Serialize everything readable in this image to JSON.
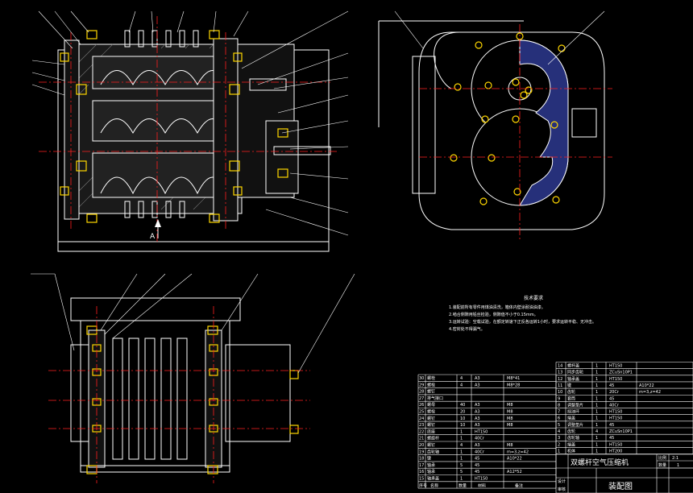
{
  "notes": {
    "heading": "技术要求",
    "lines": [
      "1.装配前所有零件用煤油清洗，箱体内壁涂耐油油漆。",
      "2.啮合侧隙用铅丝检验，侧隙值不小于0.15mm。",
      "3.运转试验：空载试验，在额定转速下正反各运转1小时，要求运转平稳、无冲击。",
      "4.密封处不得漏气。"
    ]
  },
  "views": {
    "section_label": "A"
  },
  "title_block": {
    "product_name": "双螺杆空气压缩机",
    "drawing_type": "装配图",
    "scale_label": "比例",
    "scale_value": "2:1",
    "qty_label": "数量",
    "qty_value": "1",
    "row_designed": "设计",
    "row_checked": "审核"
  },
  "bom_upper": [
    {
      "no": "14",
      "name": "螺杆盖",
      "qty": "1",
      "mat": "HT150",
      "note": ""
    },
    {
      "no": "13",
      "name": "同步齿轮",
      "qty": "1",
      "mat": "ZCuSn10P1",
      "note": ""
    },
    {
      "no": "12",
      "name": "轴承盖",
      "qty": "1",
      "mat": "HT150",
      "note": ""
    },
    {
      "no": "11",
      "name": "键",
      "qty": "1",
      "mat": "45",
      "note": "A10*22"
    },
    {
      "no": "10",
      "name": "齿轮",
      "qty": "1",
      "mat": "20Cr",
      "note": "m=3,z=42"
    },
    {
      "no": "9",
      "name": "套筒",
      "qty": "1",
      "mat": "45",
      "note": ""
    },
    {
      "no": "8",
      "name": "调整垫片",
      "qty": "1",
      "mat": "40Cr",
      "note": ""
    },
    {
      "no": "7",
      "name": "挡油环",
      "qty": "1",
      "mat": "HT150",
      "note": ""
    },
    {
      "no": "6",
      "name": "端盖",
      "qty": "1",
      "mat": "HT150",
      "note": ""
    },
    {
      "no": "5",
      "name": "调整垫片",
      "qty": "1",
      "mat": "45",
      "note": ""
    },
    {
      "no": "4",
      "name": "齿轮",
      "qty": "4",
      "mat": "ZCuSn10P1",
      "note": ""
    },
    {
      "no": "3",
      "name": "齿轮轴",
      "qty": "1",
      "mat": "45",
      "note": ""
    },
    {
      "no": "2",
      "name": "端盖",
      "qty": "1",
      "mat": "HT150",
      "note": ""
    },
    {
      "no": "1",
      "name": "机体",
      "qty": "1",
      "mat": "HT200",
      "note": ""
    }
  ],
  "bom_lower": [
    {
      "no": "30",
      "name": "螺栓",
      "qty": "4",
      "mat": "A3",
      "note": "M8*41"
    },
    {
      "no": "29",
      "name": "螺栓",
      "qty": "4",
      "mat": "A3",
      "note": "M8*28"
    },
    {
      "no": "28",
      "name": "螺钉",
      "qty": "",
      "mat": "",
      "note": ""
    },
    {
      "no": "27",
      "name": "排气接口",
      "qty": "",
      "mat": "",
      "note": ""
    },
    {
      "no": "26",
      "name": "螺母",
      "qty": "40",
      "mat": "A3",
      "note": "M8"
    },
    {
      "no": "25",
      "name": "螺栓",
      "qty": "20",
      "mat": "A3",
      "note": "M8"
    },
    {
      "no": "24",
      "name": "螺钉",
      "qty": "10",
      "mat": "A3",
      "note": "M8"
    },
    {
      "no": "23",
      "name": "螺钉",
      "qty": "10",
      "mat": "A3",
      "note": "M8"
    },
    {
      "no": "22",
      "name": "底座",
      "qty": "1",
      "mat": "HT150",
      "note": ""
    },
    {
      "no": "21",
      "name": "螺旋杆",
      "qty": "1",
      "mat": "40Cr",
      "note": ""
    },
    {
      "no": "20",
      "name": "螺钉",
      "qty": "4",
      "mat": "A3",
      "note": "M8"
    },
    {
      "no": "19",
      "name": "齿轮轴",
      "qty": "1",
      "mat": "40Cr",
      "note": "m=3,z=42"
    },
    {
      "no": "18",
      "name": "键",
      "qty": "1",
      "mat": "45",
      "note": "A10*22"
    },
    {
      "no": "17",
      "name": "轴承",
      "qty": "5",
      "mat": "45",
      "note": ""
    },
    {
      "no": "16",
      "name": "轴承",
      "qty": "5",
      "mat": "45",
      "note": "A12*52"
    },
    {
      "no": "15",
      "name": "轴承盖",
      "qty": "1",
      "mat": "HT150",
      "note": ""
    }
  ],
  "bom_header": {
    "no": "序号",
    "name": "名称",
    "qty": "数量",
    "mat": "材料",
    "note": "备注"
  }
}
